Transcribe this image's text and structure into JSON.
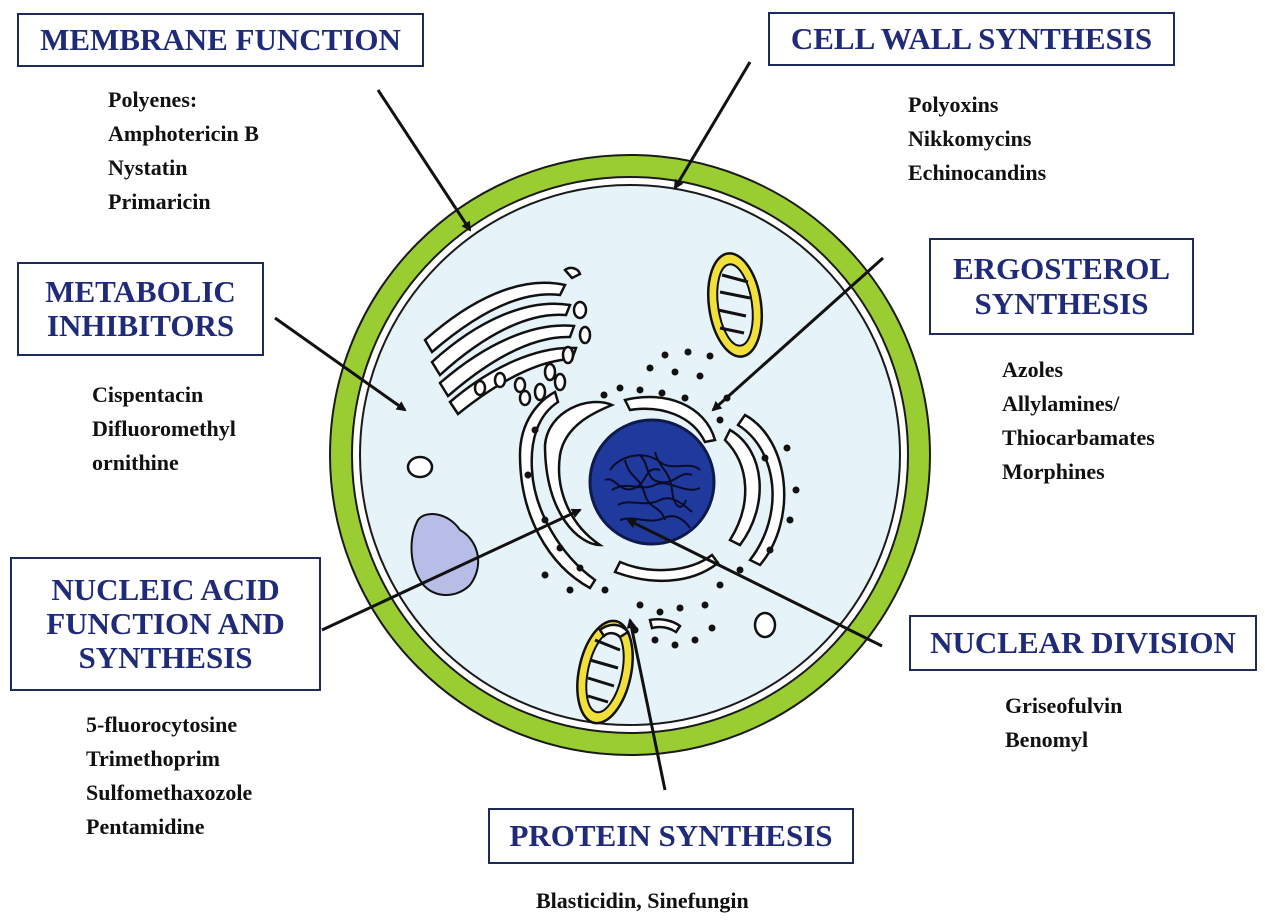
{
  "categories": {
    "membrane": {
      "title": "MEMBRANE FUNCTION",
      "drugs": [
        "Polyenes:",
        "Amphotericin B",
        "Nystatin",
        "Primaricin"
      ]
    },
    "cell_wall": {
      "title": "CELL WALL SYNTHESIS",
      "drugs": [
        "Polyoxins",
        "Nikkomycins",
        "Echinocandins"
      ]
    },
    "metabolic": {
      "title_lines": [
        "METABOLIC",
        "INHIBITORS"
      ],
      "drugs": [
        "Cispentacin",
        "Difluoromethyl",
        "ornithine"
      ]
    },
    "ergosterol": {
      "title_lines": [
        "ERGOSTEROL",
        "SYNTHESIS"
      ],
      "drugs": [
        "Azoles",
        "Allylamines/",
        "Thiocarbamates",
        "Morphines"
      ]
    },
    "nucleic": {
      "title_lines": [
        "NUCLEIC ACID",
        "FUNCTION AND",
        "SYNTHESIS"
      ],
      "drugs": [
        "5-fluorocytosine",
        "Trimethoprim",
        "Sulfomethaxozole",
        "Pentamidine"
      ]
    },
    "nuclear": {
      "title": "NUCLEAR DIVISION",
      "drugs": [
        "Griseofulvin",
        "Benomyl"
      ]
    },
    "protein": {
      "title": "PROTEIN SYNTHESIS",
      "drugs": [
        "Blasticidin, Sinefungin"
      ]
    }
  },
  "colors": {
    "cell_wall": "#9acd32",
    "cytoplasm": "#e6f3f8",
    "nucleus": "#1f3a9c",
    "mitochondria": "#f2e03a",
    "vacuole": "#b7bde6",
    "label_text": "#1f2a78",
    "arrow": "#111111"
  }
}
